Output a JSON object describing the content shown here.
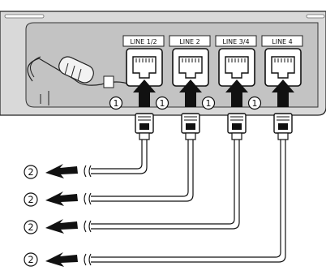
{
  "ports": [
    {
      "label": "LINE 1/2",
      "step_label": "1"
    },
    {
      "label": "LINE 2",
      "step_label": "1"
    },
    {
      "label": "LINE 3/4",
      "step_label": "1"
    },
    {
      "label": "LINE 4",
      "step_label": "1"
    }
  ],
  "cable_step_labels": [
    "2",
    "2",
    "2",
    "2"
  ],
  "colors": {
    "panel": "#d7d7d7",
    "panel_dark": "#b9b9b9",
    "outline": "#1a1a1a",
    "arrow": "#111111"
  },
  "icons": {
    "insert_arrow": "up-arrow-icon",
    "cable_arrow": "left-arrow-icon",
    "step_marker": "circled-number-icon"
  }
}
